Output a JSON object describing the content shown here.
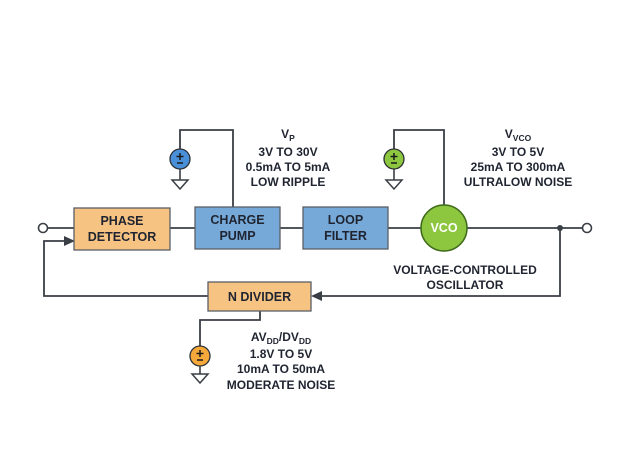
{
  "blocks": {
    "phase_detector": [
      "PHASE",
      "DETECTOR"
    ],
    "charge_pump": [
      "CHARGE",
      "PUMP"
    ],
    "loop_filter": [
      "LOOP",
      "FILTER"
    ],
    "vco": "VCO",
    "n_divider": "N DIVIDER"
  },
  "vco_caption": [
    "VOLTAGE-CONTROLLED",
    "OSCILLATOR"
  ],
  "supplies": {
    "vp": {
      "symbol": "V",
      "subscript": "P",
      "lines": [
        "3V TO 30V",
        "0.5mA TO 5mA",
        "LOW RIPPLE"
      ]
    },
    "vvco": {
      "symbol": "V",
      "subscript": "VCO",
      "lines": [
        "3V TO 5V",
        "25mA TO 300mA",
        "ULTRALOW NOISE"
      ]
    },
    "avdd": {
      "symbol_a": "AV",
      "sub_a": "DD",
      "sep": "/DV",
      "sub_b": "DD",
      "lines": [
        "1.8V TO 5V",
        "10mA TO 50mA",
        "MODERATE NOISE"
      ]
    }
  },
  "colors": {
    "orange_block": "#F7C383",
    "blue_block": "#76A9D8",
    "vco_fill": "#8DC63F",
    "source_blue": "#4A90D9",
    "source_green": "#8DC63F",
    "source_orange": "#F5A93B",
    "wire": "#3a3f45"
  }
}
